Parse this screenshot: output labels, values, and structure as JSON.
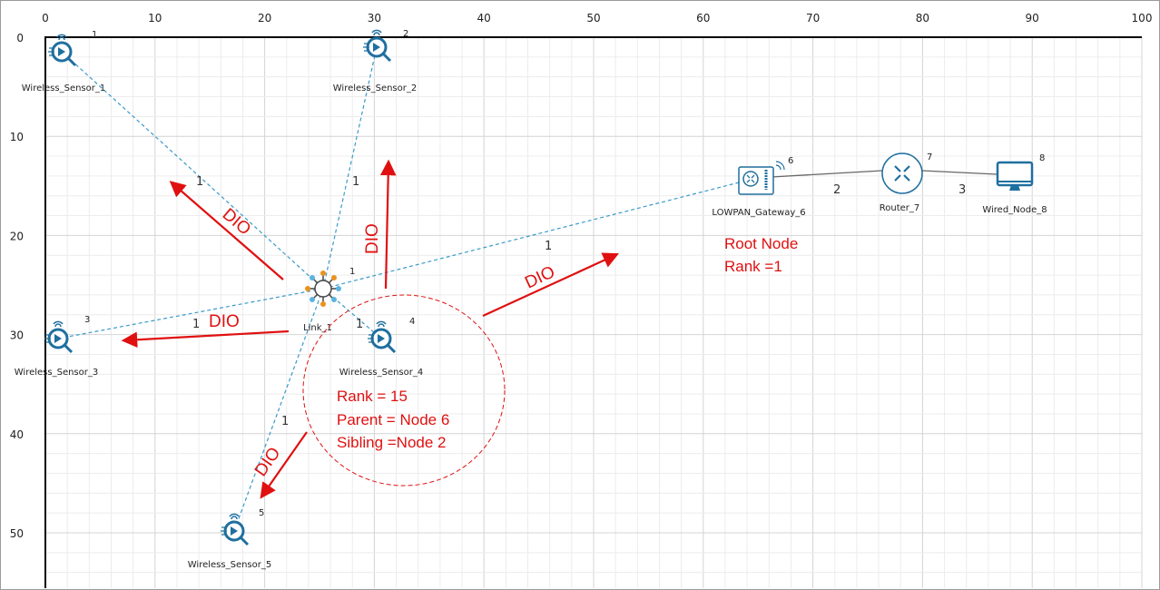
{
  "axes": {
    "x_ticks": [
      "0",
      "10",
      "20",
      "30",
      "40",
      "50",
      "60",
      "70",
      "80",
      "90",
      "100"
    ],
    "y_ticks": [
      "0",
      "10",
      "20",
      "30",
      "40",
      "50"
    ]
  },
  "nodes": [
    {
      "name": "Wireless_Sensor_1",
      "id": "1",
      "icon": "wireless-sensor-icon"
    },
    {
      "name": "Wireless_Sensor_2",
      "id": "2",
      "icon": "wireless-sensor-icon"
    },
    {
      "name": "Wireless_Sensor_3",
      "id": "3",
      "icon": "wireless-sensor-icon"
    },
    {
      "name": "Wireless_Sensor_4",
      "id": "4",
      "icon": "wireless-sensor-icon"
    },
    {
      "name": "Wireless_Sensor_5",
      "id": "5",
      "icon": "wireless-sensor-icon"
    },
    {
      "name": "Link_1",
      "id": "1",
      "icon": "wireless-link-hub-icon"
    },
    {
      "name": "LOWPAN_Gateway_6",
      "id": "6",
      "icon": "lowpan-gateway-icon"
    },
    {
      "name": "Router_7",
      "id": "7",
      "icon": "router-icon"
    },
    {
      "name": "Wired_Node_8",
      "id": "8",
      "icon": "monitor-icon"
    }
  ],
  "link_labels": [
    "1",
    "1",
    "1",
    "1",
    "1",
    "1",
    "2",
    "3"
  ],
  "annotations": {
    "dio": "DIO",
    "node4_info": [
      "Rank = 15",
      "Parent = Node 6",
      "Sibling =Node 2"
    ],
    "root_info": [
      "Root Node",
      "Rank =1"
    ]
  },
  "colors": {
    "annotation": "#e01010",
    "link": "#3a9ac8",
    "icon": "#1f6f9f"
  }
}
